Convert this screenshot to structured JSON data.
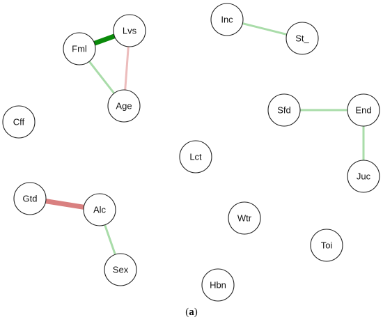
{
  "caption": {
    "open": "(",
    "letter": "a",
    "close": ")"
  },
  "colors": {
    "positive_strong": "#0a8a0a",
    "positive_weak": "#a9dca9",
    "negative_strong": "#d98080",
    "negative_weak": "#ecbcbc",
    "node_stroke": "#222222",
    "node_fill": "#ffffff"
  },
  "nodes": [
    {
      "id": "Inc",
      "label": "Inc"
    },
    {
      "id": "St_",
      "label": "St_"
    },
    {
      "id": "Fml",
      "label": "Fml"
    },
    {
      "id": "Lvs",
      "label": "Lvs"
    },
    {
      "id": "Age",
      "label": "Age"
    },
    {
      "id": "Cff",
      "label": "Cff"
    },
    {
      "id": "Sfd",
      "label": "Sfd"
    },
    {
      "id": "End",
      "label": "End"
    },
    {
      "id": "Lct",
      "label": "Lct"
    },
    {
      "id": "Juc",
      "label": "Juc"
    },
    {
      "id": "Gtd",
      "label": "Gtd"
    },
    {
      "id": "Alc",
      "label": "Alc"
    },
    {
      "id": "Wtr",
      "label": "Wtr"
    },
    {
      "id": "Toi",
      "label": "Toi"
    },
    {
      "id": "Sex",
      "label": "Sex"
    },
    {
      "id": "Hbn",
      "label": "Hbn"
    }
  ],
  "edges": [
    {
      "source": "Fml",
      "target": "Lvs",
      "sign": "positive",
      "strength": "strong"
    },
    {
      "source": "Fml",
      "target": "Age",
      "sign": "positive",
      "strength": "weak"
    },
    {
      "source": "Lvs",
      "target": "Age",
      "sign": "negative",
      "strength": "weak"
    },
    {
      "source": "Inc",
      "target": "St_",
      "sign": "positive",
      "strength": "weak"
    },
    {
      "source": "Sfd",
      "target": "End",
      "sign": "positive",
      "strength": "weak"
    },
    {
      "source": "End",
      "target": "Juc",
      "sign": "positive",
      "strength": "weak"
    },
    {
      "source": "Gtd",
      "target": "Alc",
      "sign": "negative",
      "strength": "strong"
    },
    {
      "source": "Alc",
      "target": "Sex",
      "sign": "positive",
      "strength": "weak"
    }
  ]
}
